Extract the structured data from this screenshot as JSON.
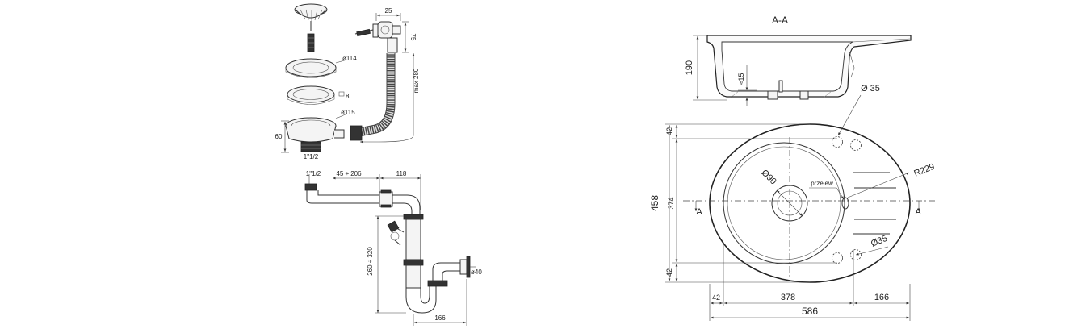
{
  "left_drawing": {
    "parts_labels": {
      "dim_25": "25",
      "dim_75": "75",
      "dim_114": "ø114",
      "dim_8": "8",
      "dim_115": "ø115",
      "dim_max280": "max 280",
      "dim_60": "60",
      "dim_thread": "1\"1/2"
    },
    "siphon_labels": {
      "thread": "1\"1/2",
      "range_45_206": "45 ÷ 206",
      "dim_118": "118",
      "range_260_320": "260 ÷ 320",
      "dim_40": "ø40",
      "dim_166": "166"
    }
  },
  "right_drawing": {
    "section_title": "A-A",
    "section_labels": {
      "dim_190": "190",
      "dim_15": "≈15",
      "hole_35_top": "Ø 35"
    },
    "plan_labels": {
      "dim_42_top": "42",
      "dim_458": "458",
      "dim_374": "374",
      "dim_42_bottom": "42",
      "bowl_dia": "Ø90",
      "overflow": "przelew",
      "radius": "R229",
      "hole_35_bottom": "Ø35",
      "section_mark_left": "A",
      "section_mark_right": "A",
      "dim_42_left": "42",
      "dim_378": "378",
      "dim_166": "166",
      "dim_586": "586"
    }
  }
}
